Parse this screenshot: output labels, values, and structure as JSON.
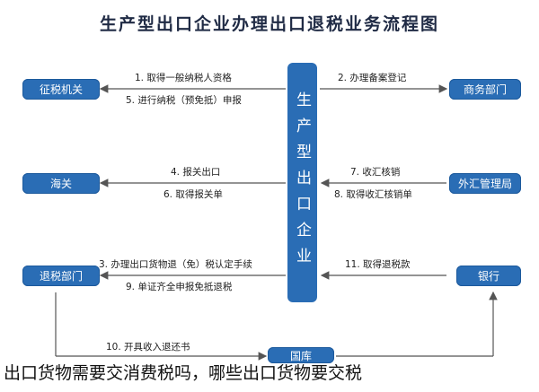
{
  "title": "生产型出口企业办理出口退税业务流程图",
  "center": "生产型出口企业",
  "boxes": {
    "tax_collection": "征税机关",
    "customs": "海关",
    "tax_refund": "退税部门",
    "commerce": "商务部门",
    "forex": "外汇管理局",
    "bank": "银行",
    "bottom": "国库"
  },
  "steps": {
    "s1": "1. 取得一般纳税人资格",
    "s5": "5. 进行纳税（预免抵）申报",
    "s2": "2. 办理备案登记",
    "s4": "4. 报关出口",
    "s6": "6. 取得报关单",
    "s7": "7. 收汇核销",
    "s8": "8. 取得收汇核销单",
    "s3": "3. 办理出口货物退（免）税认定手续",
    "s9": "9. 单证齐全申报免抵退税",
    "s11": "11. 取得退税款",
    "s10": "10. 开具收入退还书"
  },
  "caption": "出口货物需要交消费税吗，哪些出口货物要交税"
}
